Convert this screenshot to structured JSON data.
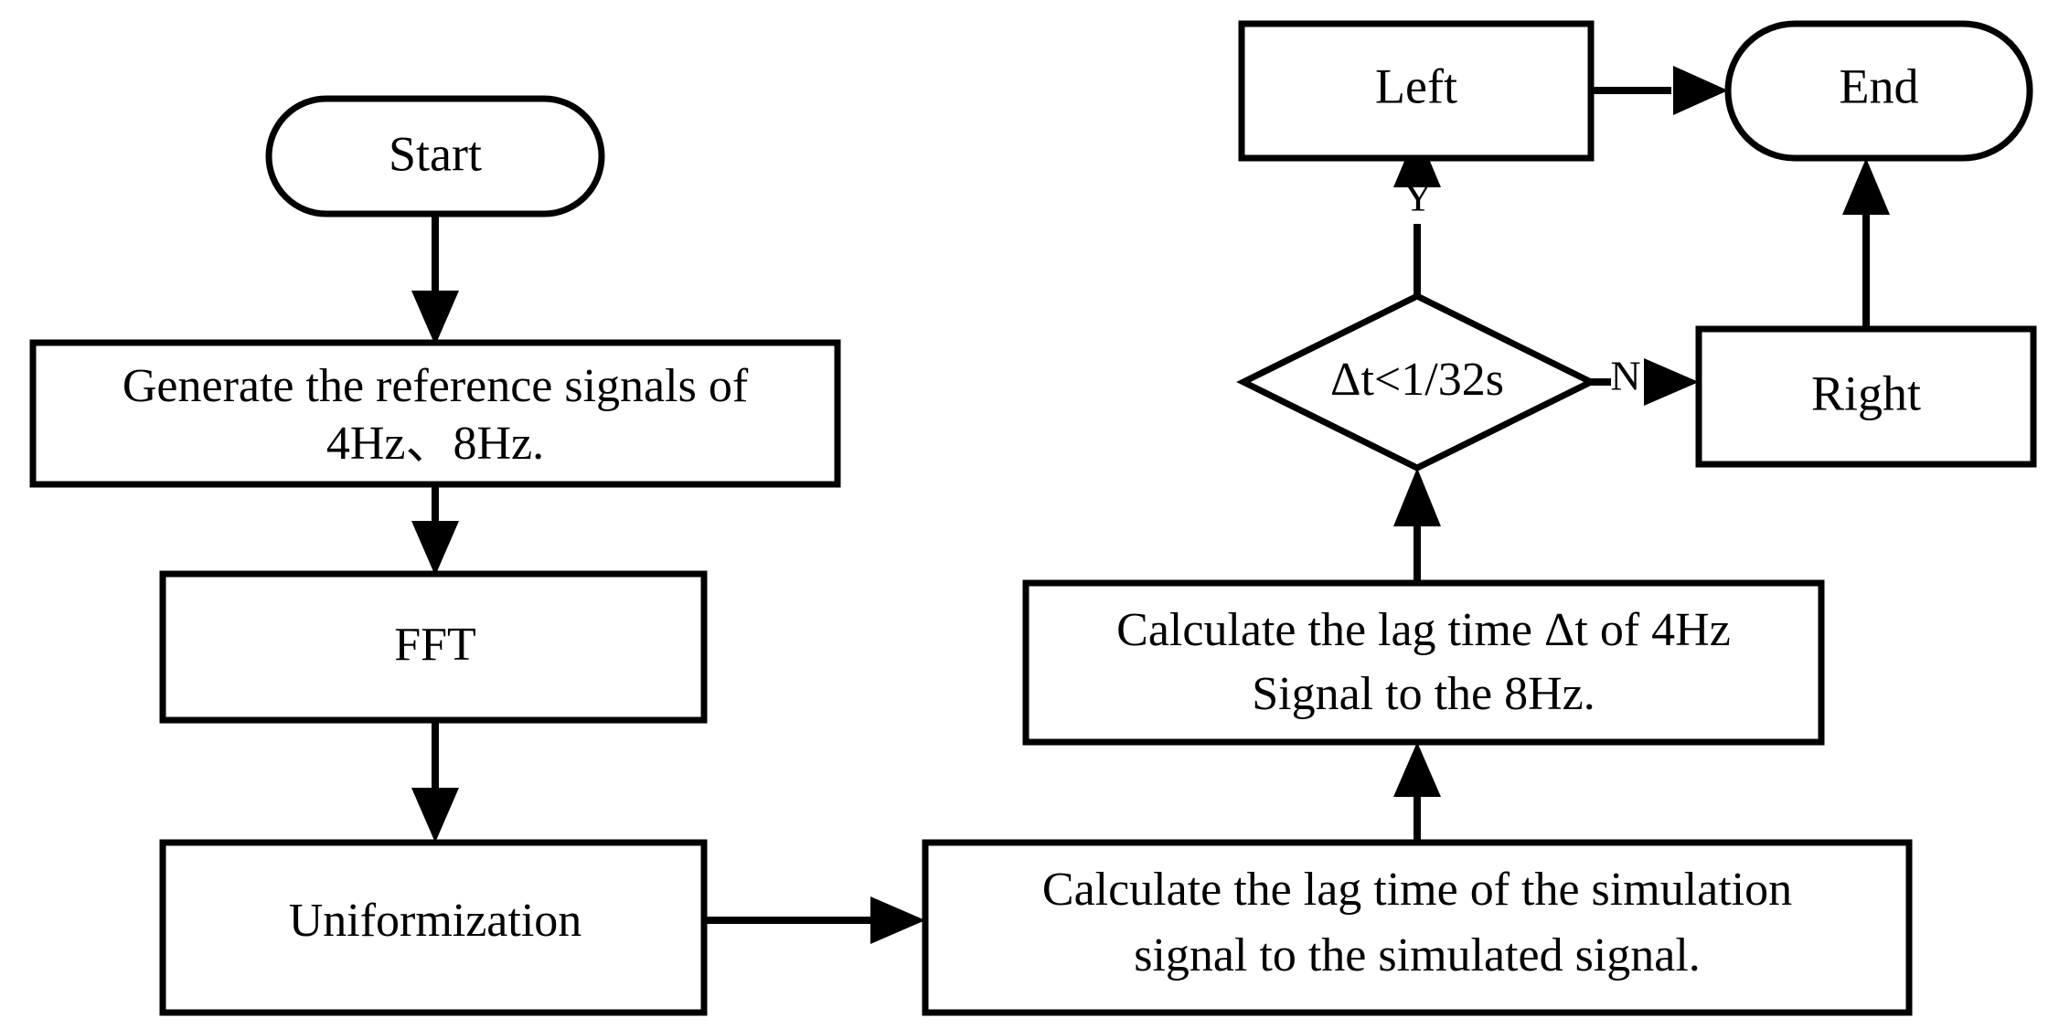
{
  "diagram": {
    "title": "Signal lag-time decision flowchart",
    "background_color": "#ffffff",
    "line_color": "#000000",
    "nodes": {
      "start": {
        "label": "Start",
        "shape": "terminator"
      },
      "generate": {
        "line1": "Generate the reference signals of",
        "line2": "4Hz、8Hz.",
        "shape": "process"
      },
      "fft": {
        "label": "FFT",
        "shape": "process"
      },
      "uniformization": {
        "label": "Uniformization",
        "shape": "process"
      },
      "calc_sim": {
        "line1": "Calculate the lag time of the simulation",
        "line2": "signal to the simulated signal.",
        "shape": "process"
      },
      "calc_dt": {
        "line1": "Calculate the lag time Δt of 4Hz",
        "line2": "Signal to the 8Hz.",
        "shape": "process"
      },
      "decision": {
        "label": "Δt<1/32s",
        "shape": "decision"
      },
      "left": {
        "label": "Left",
        "shape": "process"
      },
      "right": {
        "label": "Right",
        "shape": "process"
      },
      "end": {
        "label": "End",
        "shape": "terminator"
      }
    },
    "edge_labels": {
      "yes": "Y",
      "no": "N"
    }
  }
}
